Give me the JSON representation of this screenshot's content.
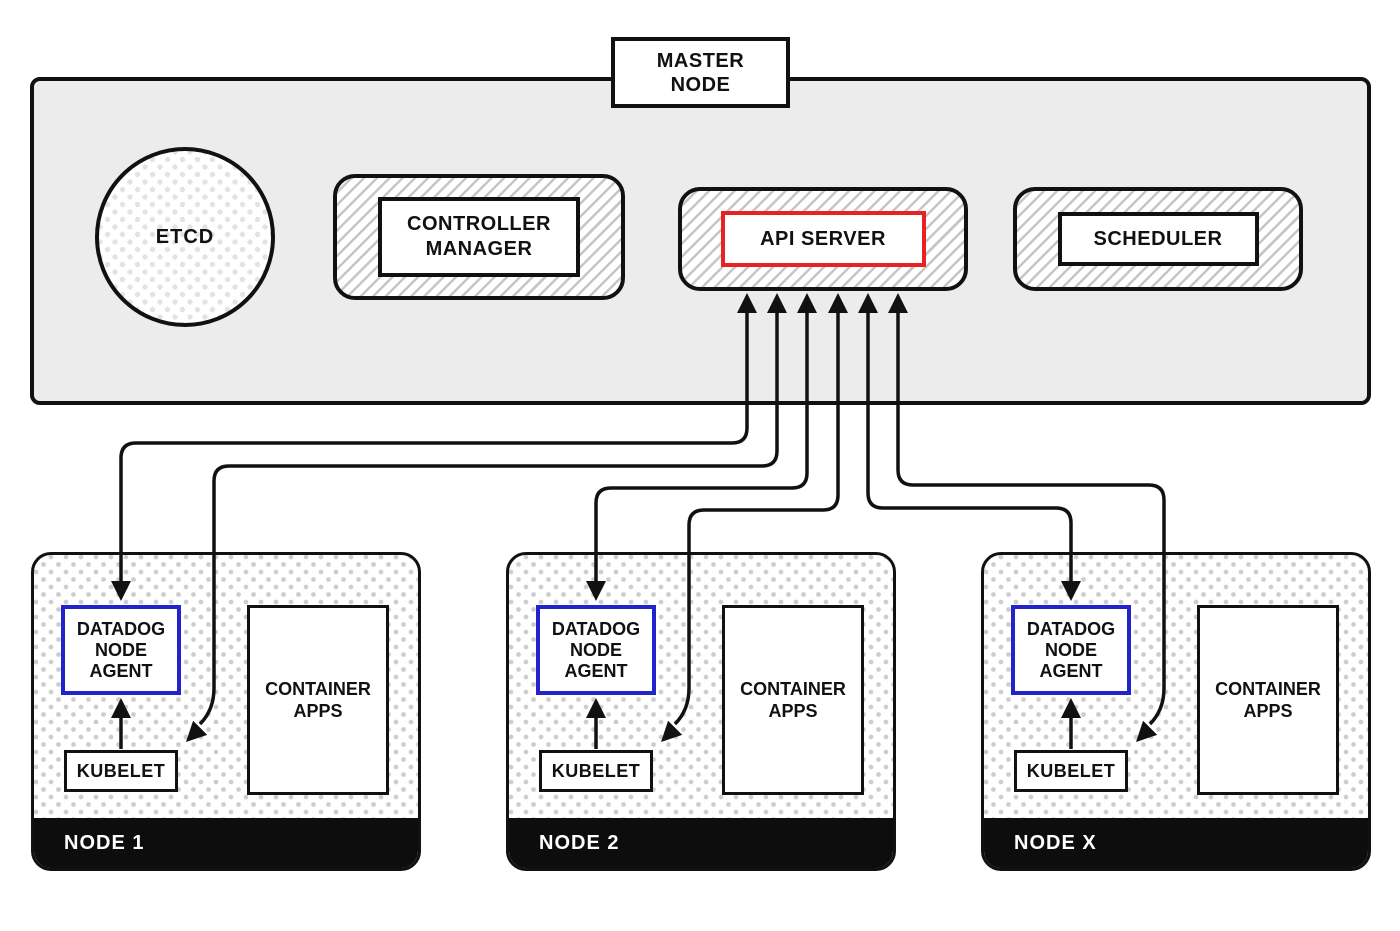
{
  "master": {
    "label": "MASTER\nNODE",
    "etcd": "ETCD",
    "controller_manager": "CONTROLLER\nMANAGER",
    "api_server": "API SERVER",
    "scheduler": "SCHEDULER"
  },
  "nodes": [
    {
      "label": "NODE 1",
      "agent": "DATADOG\nNODE\nAGENT",
      "kubelet": "KUBELET",
      "apps": "CONTAINER\nAPPS"
    },
    {
      "label": "NODE 2",
      "agent": "DATADOG\nNODE\nAGENT",
      "kubelet": "KUBELET",
      "apps": "CONTAINER\nAPPS"
    },
    {
      "label": "NODE X",
      "agent": "DATADOG\nNODE\nAGENT",
      "kubelet": "KUBELET",
      "apps": "CONTAINER\nAPPS"
    }
  ],
  "colors": {
    "api_server_border": "#e82222",
    "agent_border": "#2323cc",
    "line": "#111111",
    "master_bg": "#ececec",
    "hatch_stripe": "#c6c6c6",
    "node_dot": "#cdcdcd",
    "node_bar_bg": "#0d0d0d",
    "node_bar_text": "#ffffff"
  },
  "connections": [
    {
      "from": "API SERVER",
      "to": "DATADOG NODE AGENT (NODE 1)",
      "bidirectional": true
    },
    {
      "from": "API SERVER",
      "to": "KUBELET (NODE 1)",
      "bidirectional": true
    },
    {
      "from": "API SERVER",
      "to": "DATADOG NODE AGENT (NODE 2)",
      "bidirectional": true
    },
    {
      "from": "API SERVER",
      "to": "KUBELET (NODE 2)",
      "bidirectional": true
    },
    {
      "from": "API SERVER",
      "to": "DATADOG NODE AGENT (NODE X)",
      "bidirectional": true
    },
    {
      "from": "API SERVER",
      "to": "KUBELET (NODE X)",
      "bidirectional": true
    },
    {
      "from": "KUBELET",
      "to": "DATADOG NODE AGENT",
      "node": "NODE 1",
      "bidirectional": false
    },
    {
      "from": "KUBELET",
      "to": "DATADOG NODE AGENT",
      "node": "NODE 2",
      "bidirectional": false
    },
    {
      "from": "KUBELET",
      "to": "DATADOG NODE AGENT",
      "node": "NODE X",
      "bidirectional": false
    }
  ]
}
